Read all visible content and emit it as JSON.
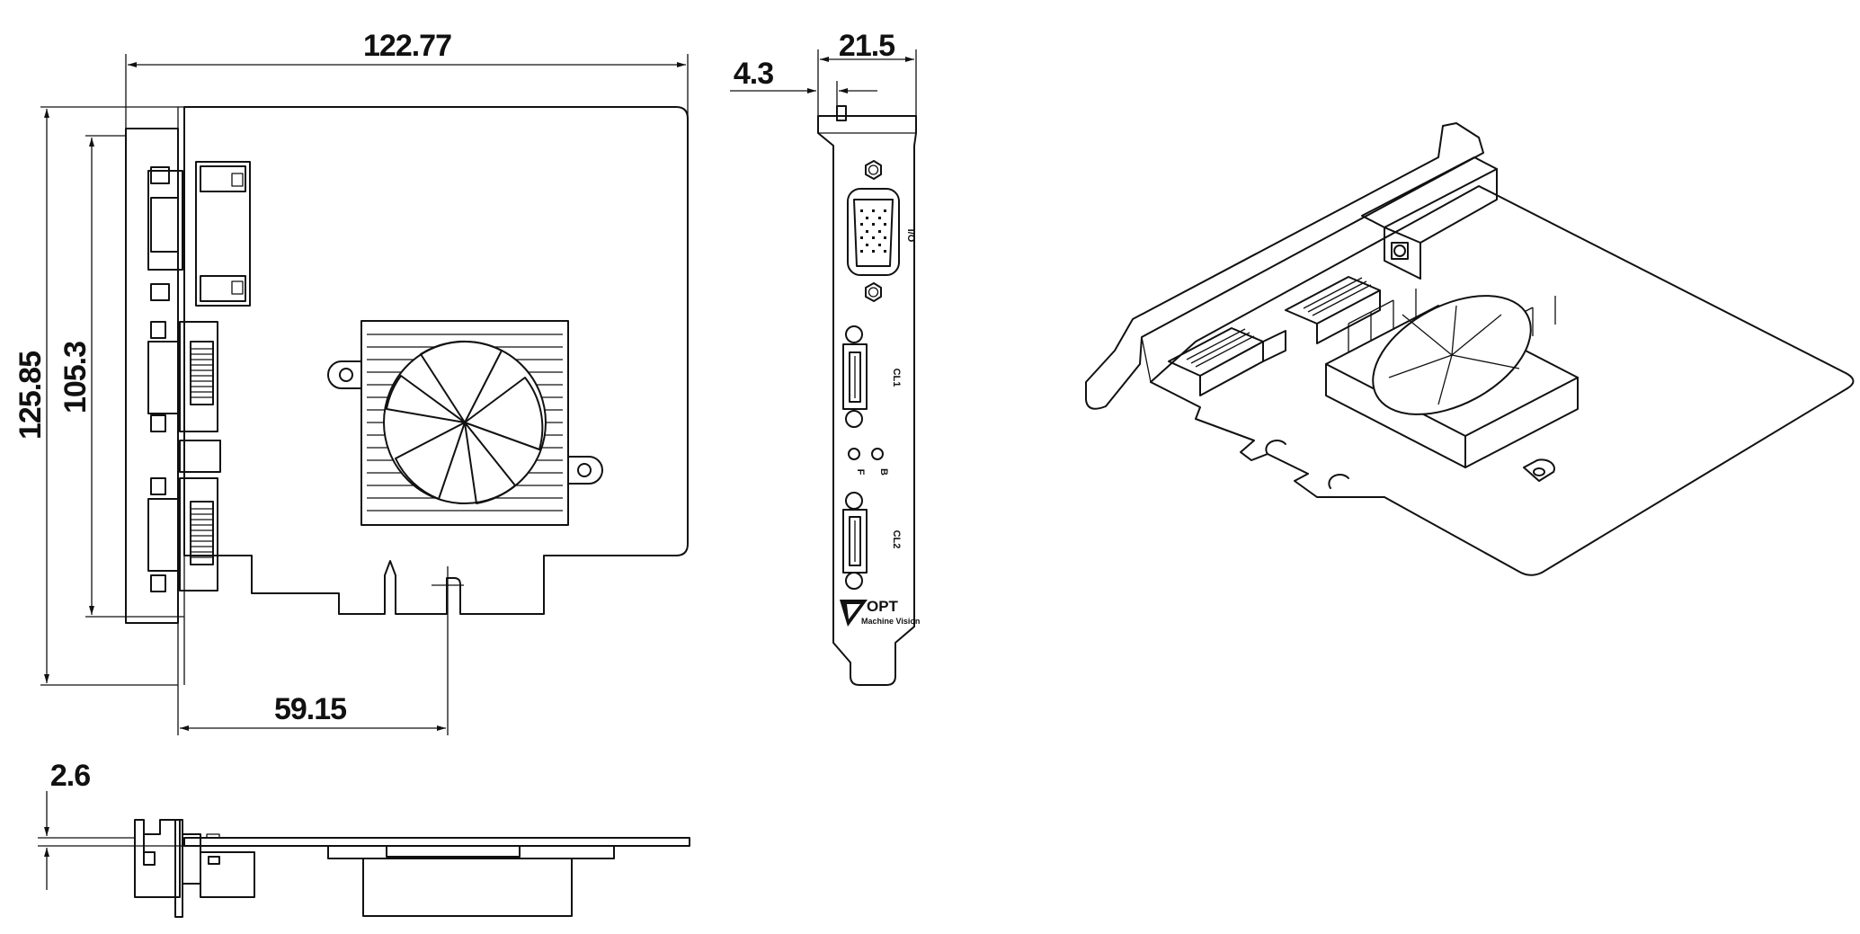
{
  "dimensions": {
    "total_length": "122.77",
    "total_height": "125.85",
    "board_height": "105.3",
    "offset_length": "59.15",
    "bracket_width": "21.5",
    "bracket_offset": "4.3",
    "side_thickness": "2.6"
  },
  "bracket_labels": {
    "io": "I/O",
    "cl1": "CL1",
    "cl2": "CL2",
    "led_f": "F",
    "led_b": "B"
  },
  "logo": {
    "brand": "OPT",
    "tagline": "Machine Vision"
  },
  "colors": {
    "line": "#111111",
    "background": "#ffffff"
  }
}
